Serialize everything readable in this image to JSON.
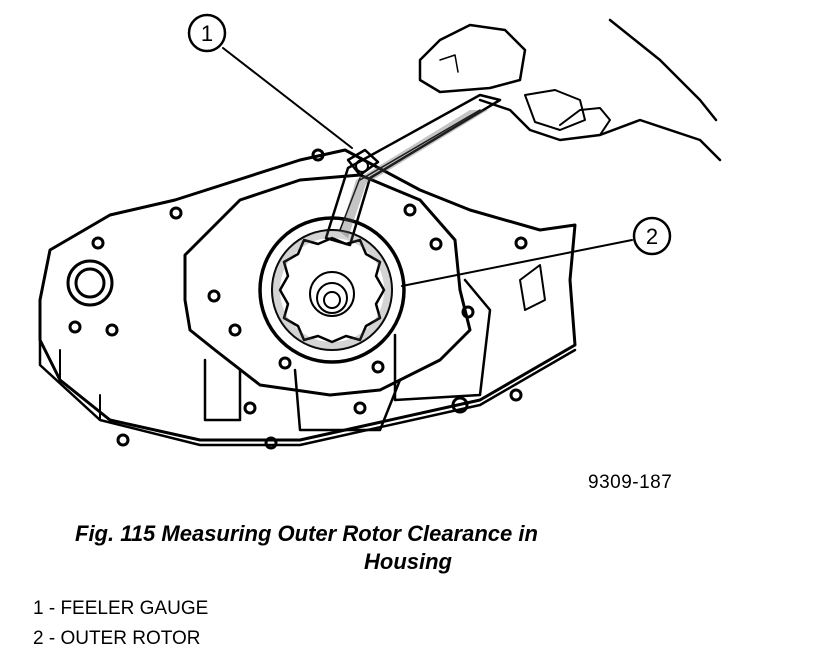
{
  "callouts": [
    {
      "number": "1"
    },
    {
      "number": "2"
    }
  ],
  "figure_code": "9309-187",
  "caption": {
    "line1": "Fig. 115 Measuring Outer Rotor Clearance in",
    "line2": "Housing"
  },
  "legend": [
    {
      "text": "1 - FEELER GAUGE"
    },
    {
      "text": "2 - OUTER ROTOR"
    }
  ]
}
